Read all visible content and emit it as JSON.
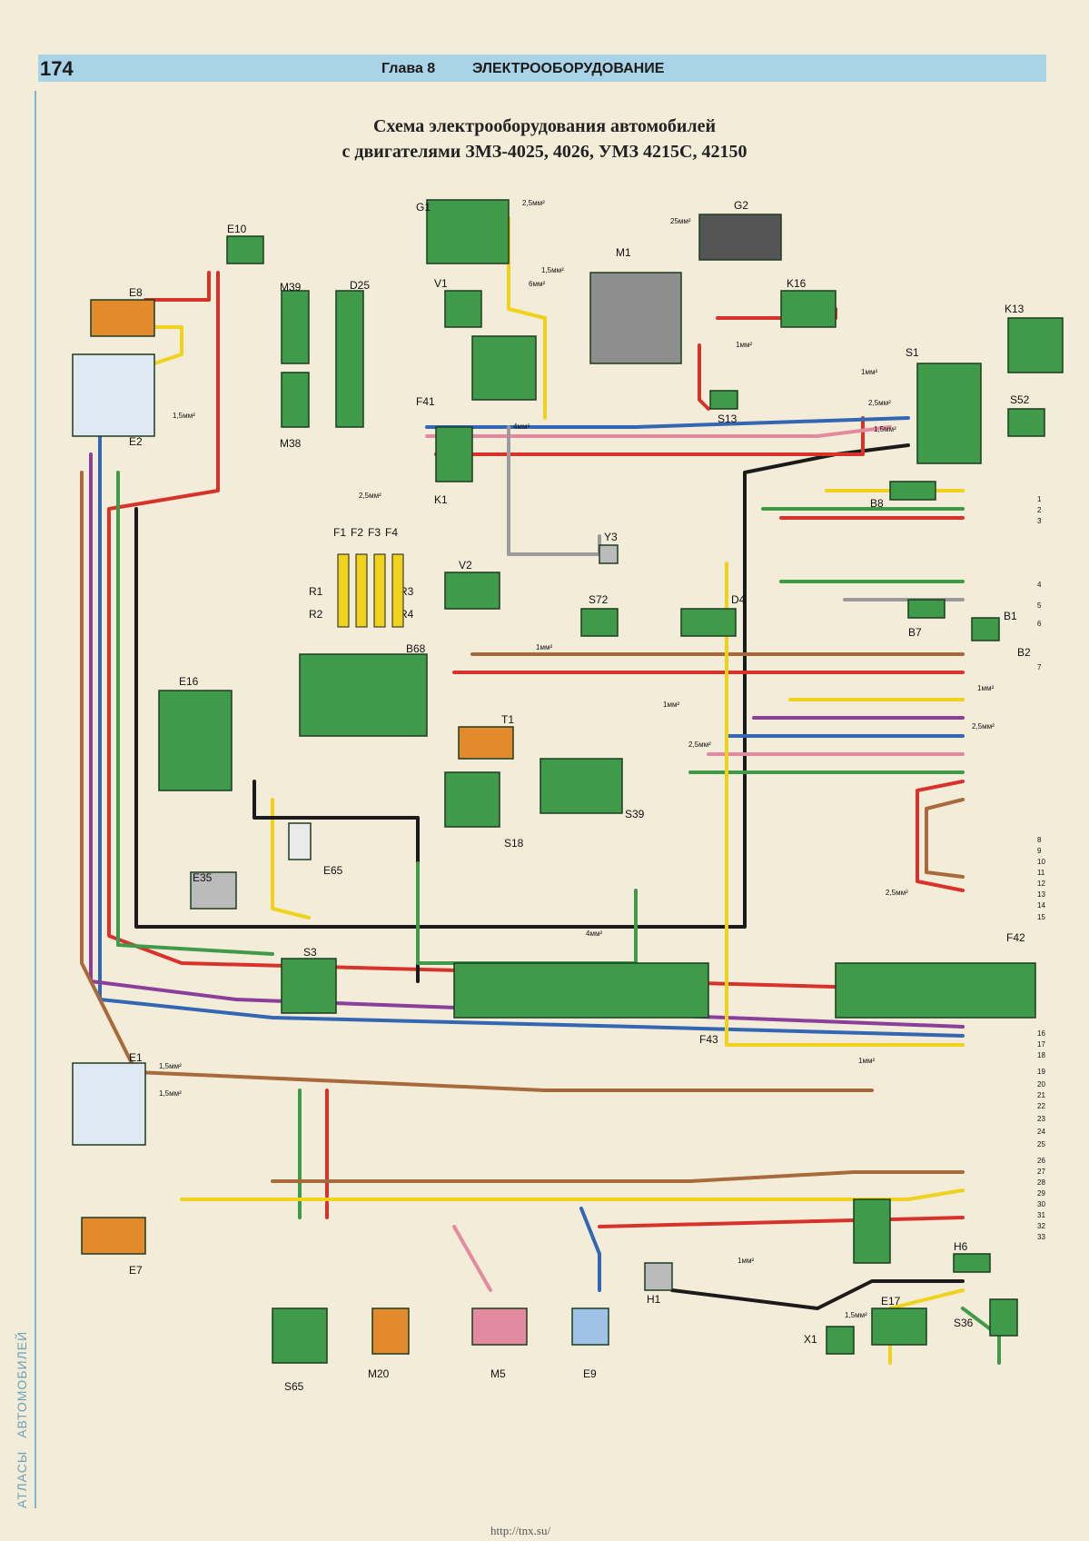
{
  "header": {
    "page_number": "174",
    "chapter": "Глава 8",
    "chapter_title": "ЭЛЕКТРООБОРУДОВАНИЕ"
  },
  "title_line1": "Схема электрооборудования автомобилей",
  "title_line2": "с двигателями ЗМЗ-4025, 4026, УМЗ 4215С, 42150",
  "sidebar": {
    "word1": "АТЛАСЫ",
    "word2": "АВТОМОБИЛЕЙ"
  },
  "footer_url": "http://tnx.su/",
  "components": [
    "G1",
    "G2",
    "M1",
    "K16",
    "V1",
    "F41",
    "K1",
    "S13",
    "S1",
    "K13",
    "S52",
    "B8",
    "E10",
    "E8",
    "E2",
    "M39",
    "M38",
    "D25",
    "F1",
    "F2",
    "F3",
    "F4",
    "R1",
    "R2",
    "R3",
    "R4",
    "B68",
    "Y3",
    "V2",
    "S72",
    "D4",
    "B7",
    "B1",
    "B2",
    "E16",
    "T1",
    "S18",
    "S39",
    "E65",
    "E35",
    "S3",
    "F43",
    "F42",
    "E1",
    "E7",
    "H1",
    "H6",
    "S36",
    "E17",
    "X1",
    "S65",
    "M20",
    "M5",
    "E9"
  ],
  "connector_numbers": [
    "1",
    "2",
    "3",
    "4",
    "5",
    "6",
    "7",
    "8",
    "9",
    "10",
    "11",
    "12",
    "13",
    "14",
    "15",
    "16",
    "17",
    "18",
    "19",
    "20",
    "21",
    "22",
    "23",
    "24",
    "25",
    "26",
    "27",
    "28",
    "29",
    "30",
    "31",
    "32",
    "33"
  ],
  "wire_sizes": [
    "2,5мм²",
    "1,5мм²",
    "25мм²",
    "6мм²",
    "1мм²",
    "4мм²"
  ],
  "wire_colors": {
    "red": "#d8332a",
    "blue": "#3366b3",
    "yellow": "#f0d21c",
    "green": "#3f9a4a",
    "brown": "#a86a3c",
    "black": "#1b1b1b",
    "gray": "#9a9a9a",
    "violet": "#8a3f9a",
    "pink": "#e48aa0",
    "orange": "#e28a2c"
  }
}
